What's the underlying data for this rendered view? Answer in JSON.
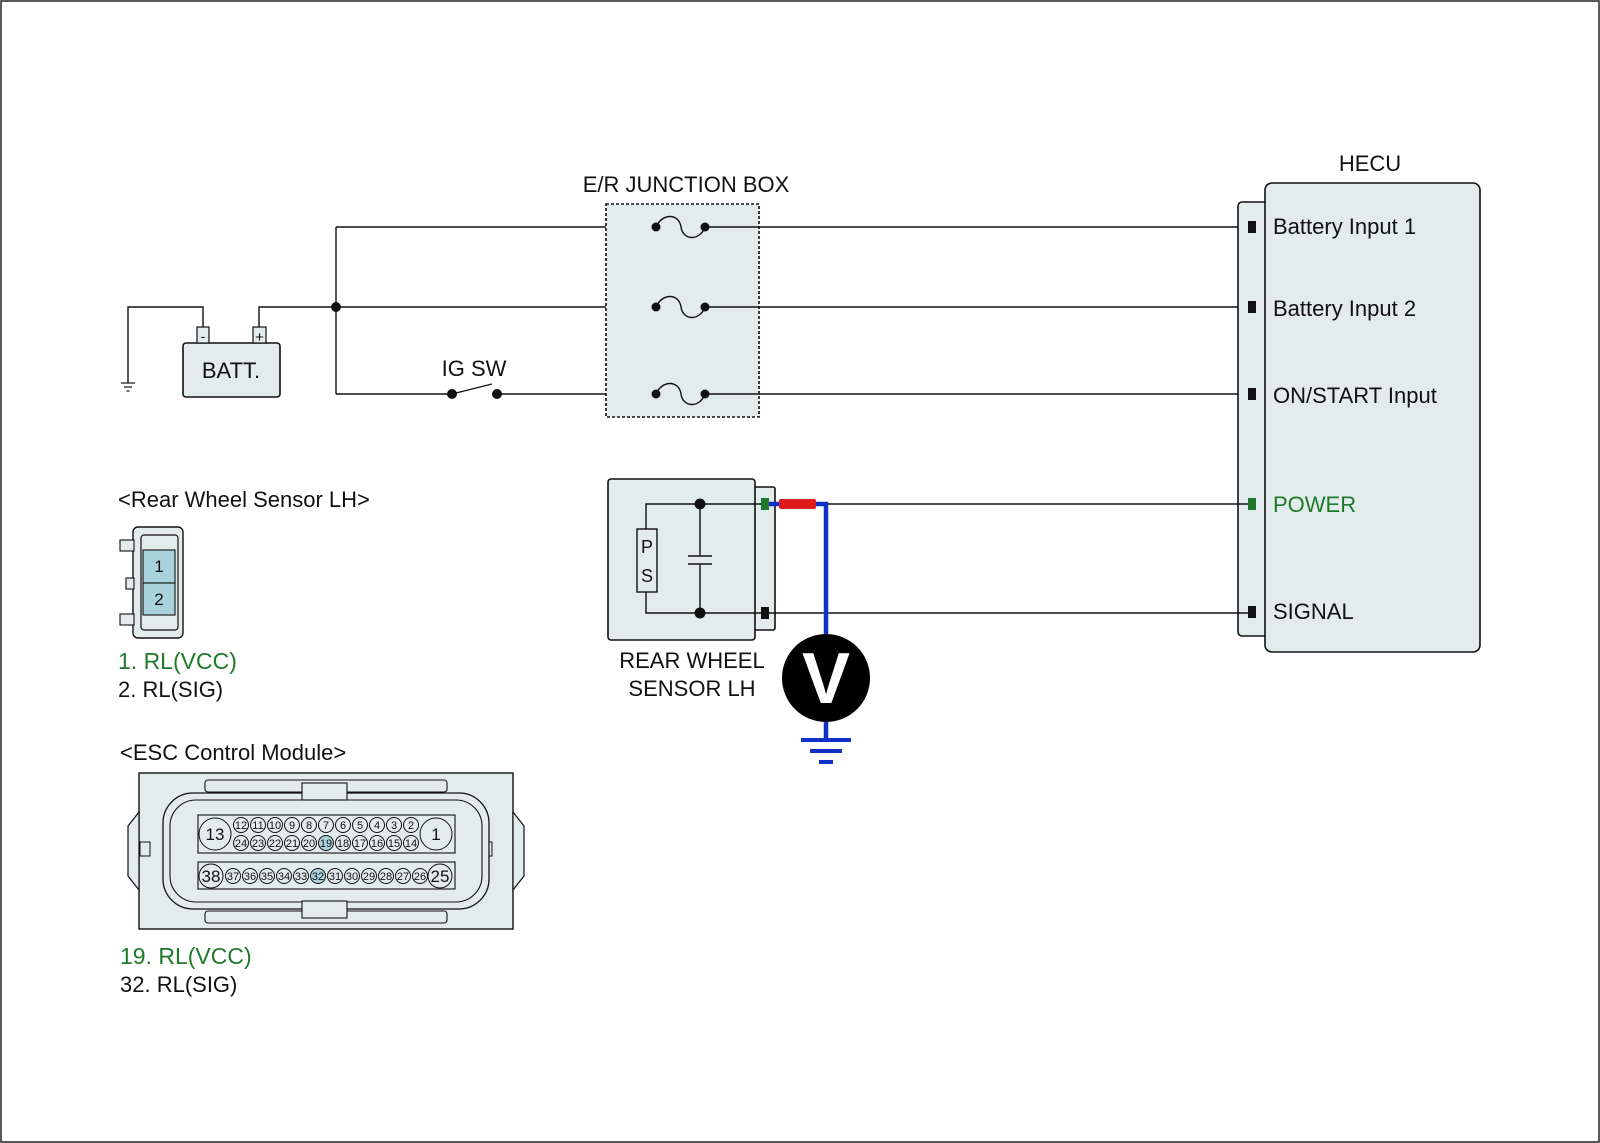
{
  "colors": {
    "module_fill": "#e3ecec",
    "pin_highlight": "#a9d3da",
    "vcc_green": "#1e7a2a",
    "probe_red": "#e01b1b",
    "probe_blue": "#1030c8"
  },
  "junction_box": {
    "title": "E/R JUNCTION BOX"
  },
  "battery": {
    "label": "BATT.",
    "neg": "-",
    "pos": "+"
  },
  "ig_switch": {
    "label": "IG SW"
  },
  "hecu": {
    "title": "HECU",
    "pins": [
      "Battery Input 1",
      "Battery Input 2",
      "ON/START Input",
      "POWER",
      "SIGNAL"
    ]
  },
  "sensor": {
    "name_line1": "REAR WHEEL",
    "name_line2": "SENSOR LH",
    "ps_top": "P",
    "ps_bottom": "S"
  },
  "voltmeter": {
    "label": "V",
    "icon": "voltmeter-icon"
  },
  "rear_sensor_connector": {
    "title": "<Rear Wheel Sensor LH>",
    "pins": [
      "1",
      "2"
    ],
    "legend": [
      "1. RL(VCC)",
      "2. RL(SIG)"
    ]
  },
  "esc_connector": {
    "title": "<ESC Control Module>",
    "big_pins": [
      "13",
      "1",
      "38",
      "25"
    ],
    "row1": [
      "12",
      "11",
      "10",
      "9",
      "8",
      "7",
      "6",
      "5",
      "4",
      "3",
      "2"
    ],
    "row2": [
      "24",
      "23",
      "22",
      "21",
      "20",
      "19",
      "18",
      "17",
      "16",
      "15",
      "14"
    ],
    "row3": [
      "37",
      "36",
      "35",
      "34",
      "33",
      "32",
      "31",
      "30",
      "29",
      "28",
      "27",
      "26"
    ],
    "highlighted_pins": [
      "19",
      "32"
    ],
    "legend": [
      "19. RL(VCC)",
      "32. RL(SIG)"
    ]
  }
}
